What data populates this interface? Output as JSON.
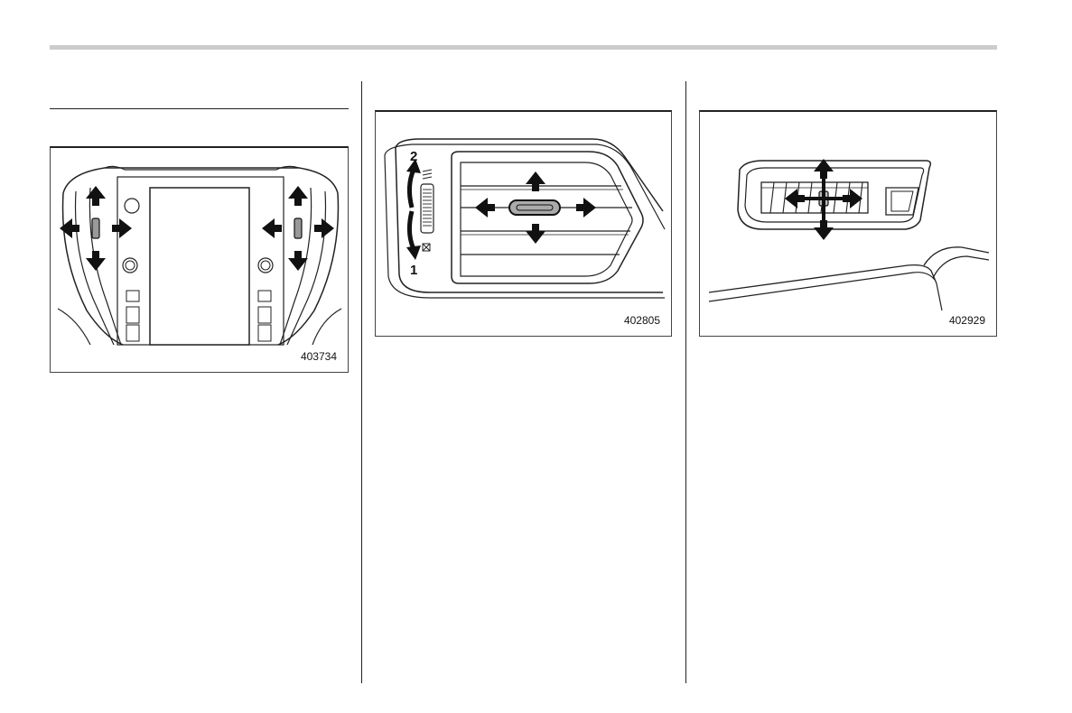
{
  "figures": [
    {
      "id": "403734"
    },
    {
      "id": "402805",
      "callouts": [
        "2",
        "1"
      ]
    },
    {
      "id": "402929"
    }
  ]
}
